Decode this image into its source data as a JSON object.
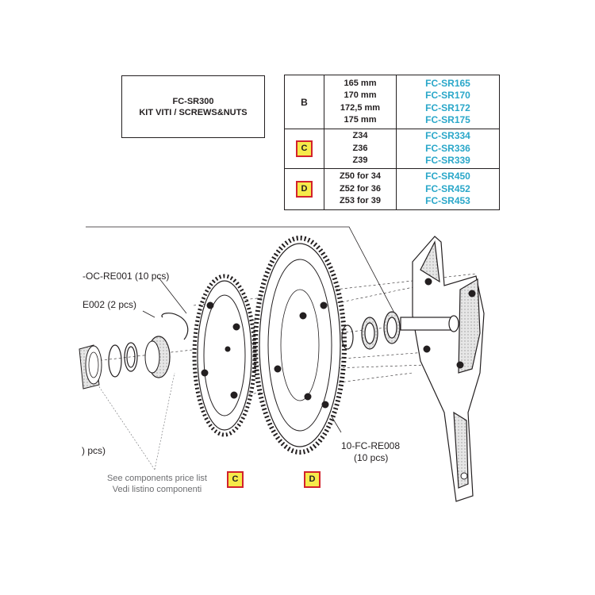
{
  "kit": {
    "code": "FC-SR300",
    "name": "KIT VITI / SCREWS&NUTS"
  },
  "table": {
    "rows": [
      {
        "key": "B",
        "badge": false,
        "sizes": [
          "165 mm",
          "170 mm",
          "172,5 mm",
          "175 mm"
        ],
        "codes": [
          "FC-SR165",
          "FC-SR170",
          "FC-SR172",
          "FC-SR175"
        ]
      },
      {
        "key": "C",
        "badge": true,
        "sizes": [
          "Z34",
          "Z36",
          "Z39"
        ],
        "codes": [
          "FC-SR334",
          "FC-SR336",
          "FC-SR339"
        ]
      },
      {
        "key": "D",
        "badge": true,
        "sizes": [
          "Z50 for 34",
          "Z52 for 36",
          "Z53 for 39"
        ],
        "codes": [
          "FC-SR450",
          "FC-SR452",
          "FC-SR453"
        ]
      }
    ]
  },
  "labels": {
    "oc_re001": "-OC-RE001 (10 pcs)",
    "e002": "E002 (2 pcs)",
    "re008_line1": "10-FC-RE008",
    "re008_line2": "(10 pcs)",
    "pcs_left": ") pcs)",
    "note_line1": "See components price list",
    "note_line2": "Vedi listino componenti",
    "badge_c": "C",
    "badge_d": "D"
  },
  "colors": {
    "code_blue": "#2aa7c9",
    "badge_fill": "#f6ea4a",
    "badge_border": "#d2222d",
    "line": "#231f20",
    "note_gray": "#6d6e71"
  }
}
